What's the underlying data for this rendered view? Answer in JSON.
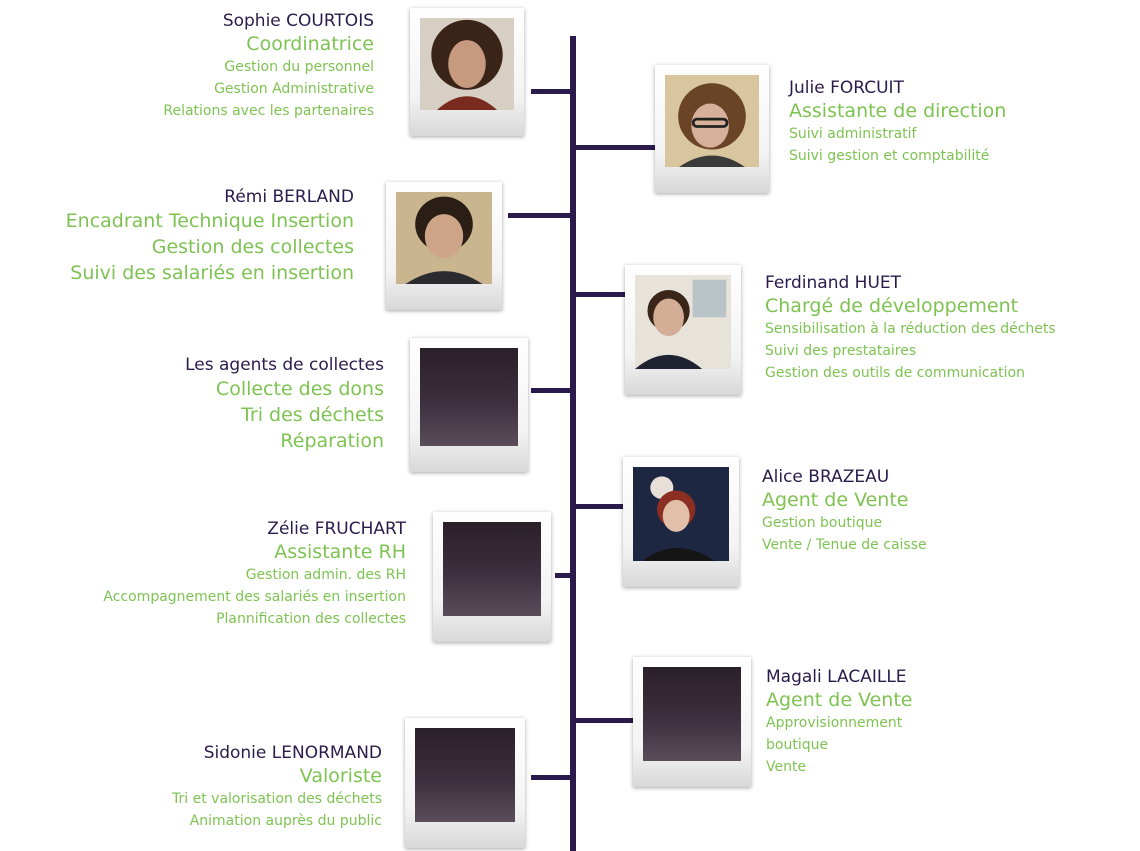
{
  "colors": {
    "line": "#2b1b4c",
    "name": "#2b1b4c",
    "accent": "#7ec352"
  },
  "people": [
    {
      "name": "Sophie COURTOIS",
      "role": "Coordinatrice",
      "tasks": [
        "Gestion du personnel",
        "Gestion Administrative",
        "Relations avec les partenaires"
      ],
      "photo": "portrait"
    },
    {
      "name": "Julie FORCUIT",
      "role": "Assistante de direction",
      "tasks": [
        "Suivi administratif",
        "Suivi gestion et comptabilité"
      ],
      "photo": "portrait"
    },
    {
      "name": "Rémi BERLAND",
      "role": "",
      "tasks": [
        "Encadrant Technique Insertion",
        "Gestion des collectes",
        "Suivi des salariés en insertion"
      ],
      "photo": "portrait"
    },
    {
      "name": "Ferdinand HUET",
      "role": "Chargé de développement",
      "tasks": [
        "Sensibilisation à la réduction des déchets",
        "Suivi des prestataires",
        "Gestion des outils de communication"
      ],
      "photo": "portrait"
    },
    {
      "name": "Les agents de collectes",
      "role": "",
      "tasks": [
        "Collecte des dons",
        "Tri des déchets",
        "Réparation"
      ],
      "photo": "blank"
    },
    {
      "name": "Alice BRAZEAU",
      "role": "Agent de Vente",
      "tasks": [
        "Gestion boutique",
        "Vente / Tenue de caisse"
      ],
      "photo": "portrait"
    },
    {
      "name": "Zélie FRUCHART",
      "role": "Assistante RH",
      "tasks": [
        "Gestion admin. des RH",
        "Accompagnement des salariés en insertion",
        "Plannification des collectes"
      ],
      "photo": "blank"
    },
    {
      "name": "Magali LACAILLE",
      "role": "Agent de Vente",
      "tasks": [
        "Approvisionnement",
        "boutique",
        "Vente"
      ],
      "photo": "blank"
    },
    {
      "name": "Sidonie LENORMAND",
      "role": "Valoriste",
      "tasks": [
        "Tri et valorisation des déchets",
        "Animation auprès du public"
      ],
      "photo": "blank"
    }
  ]
}
